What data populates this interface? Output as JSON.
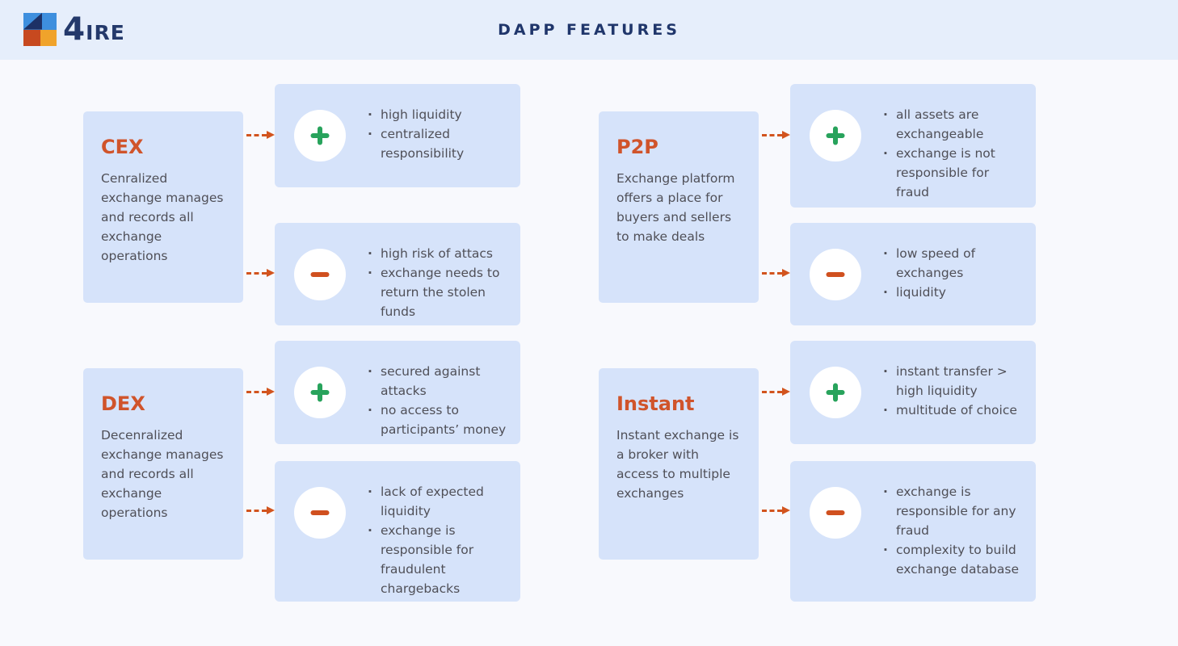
{
  "header": {
    "logo_text": "4IRE",
    "title": "DAPP FEATURES"
  },
  "groups": [
    {
      "id": "cex",
      "title": "CEX",
      "description": "Cenralized exchange manages and records all exchange operations",
      "pros": [
        "high liquidity",
        "centralized responsibility"
      ],
      "cons": [
        "high risk of attacs",
        "exchange needs to return the stolen funds"
      ]
    },
    {
      "id": "dex",
      "title": "DEX",
      "description": "Decenralized exchange manages and records all exchange operations",
      "pros": [
        "secured against attacks",
        "no access to participants’ money"
      ],
      "cons": [
        "lack of expected liquidity",
        "exchange is responsible for fraudulent chargebacks"
      ]
    },
    {
      "id": "p2p",
      "title": "P2P",
      "description": "Exchange platform offers a place for buyers and sellers to make deals",
      "pros": [
        "all assets are exchangeable",
        "exchange is not responsible for fraud"
      ],
      "cons": [
        "low speed of exchanges",
        "liquidity"
      ]
    },
    {
      "id": "instant",
      "title": "Instant",
      "description": "Instant exchange is a broker with access to multiple exchanges",
      "pros": [
        "instant transfer > high liquidity",
        "multitude of choice"
      ],
      "cons": [
        "exchange is responsible for any fraud",
        "complexity to build exchange database"
      ]
    }
  ],
  "icons": {
    "plus": "plus-icon",
    "minus": "minus-icon",
    "arrow": "dashed-arrow-right-icon",
    "logo": "4ire-logo-icon"
  },
  "colors": {
    "page_bg": "#f8f9fd",
    "header_bg": "#e6eefb",
    "card_bg": "#d6e3fa",
    "navy": "#20366b",
    "heading_orange": "#d0542b",
    "arrow_orange": "#d2541e",
    "plus_green": "#28a35c",
    "minus_orange": "#d0501f",
    "body_text": "#4f4f57"
  }
}
